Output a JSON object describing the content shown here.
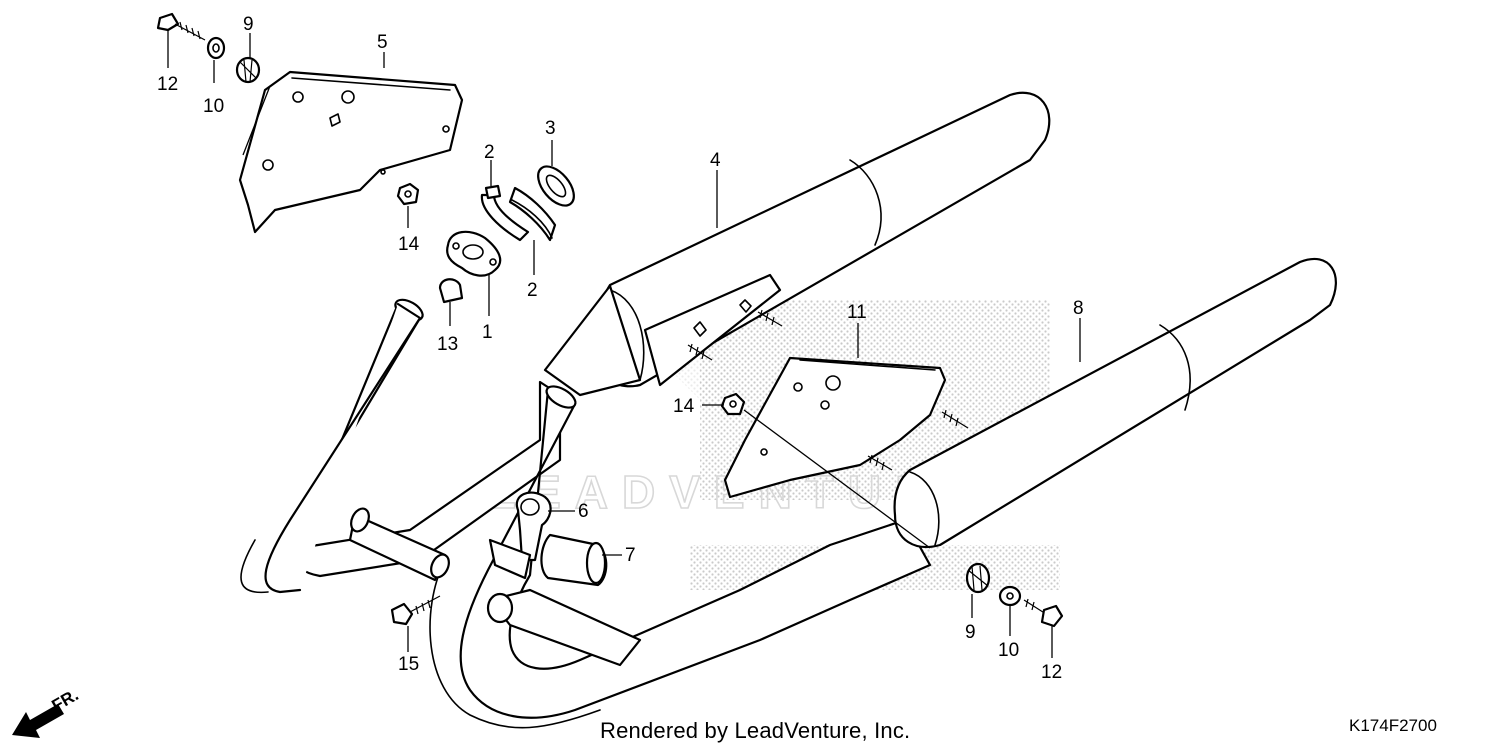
{
  "diagram": {
    "footer_credit": "Rendered by LeadVenture, Inc.",
    "diagram_code": "K174F2700",
    "front_indicator": "FR.",
    "watermark": "LEADVENTURE"
  },
  "callouts": [
    {
      "id": "c1",
      "label": "1"
    },
    {
      "id": "c2a",
      "label": "2"
    },
    {
      "id": "c2b",
      "label": "2"
    },
    {
      "id": "c3",
      "label": "3"
    },
    {
      "id": "c4",
      "label": "4"
    },
    {
      "id": "c5",
      "label": "5"
    },
    {
      "id": "c6",
      "label": "6"
    },
    {
      "id": "c7",
      "label": "7"
    },
    {
      "id": "c8",
      "label": "8"
    },
    {
      "id": "c9a",
      "label": "9"
    },
    {
      "id": "c9b",
      "label": "9"
    },
    {
      "id": "c10a",
      "label": "10"
    },
    {
      "id": "c10b",
      "label": "10"
    },
    {
      "id": "c11",
      "label": "11"
    },
    {
      "id": "c12a",
      "label": "12"
    },
    {
      "id": "c12b",
      "label": "12"
    },
    {
      "id": "c13",
      "label": "13"
    },
    {
      "id": "c14a",
      "label": "14"
    },
    {
      "id": "c14b",
      "label": "14"
    },
    {
      "id": "c15",
      "label": "15"
    }
  ]
}
